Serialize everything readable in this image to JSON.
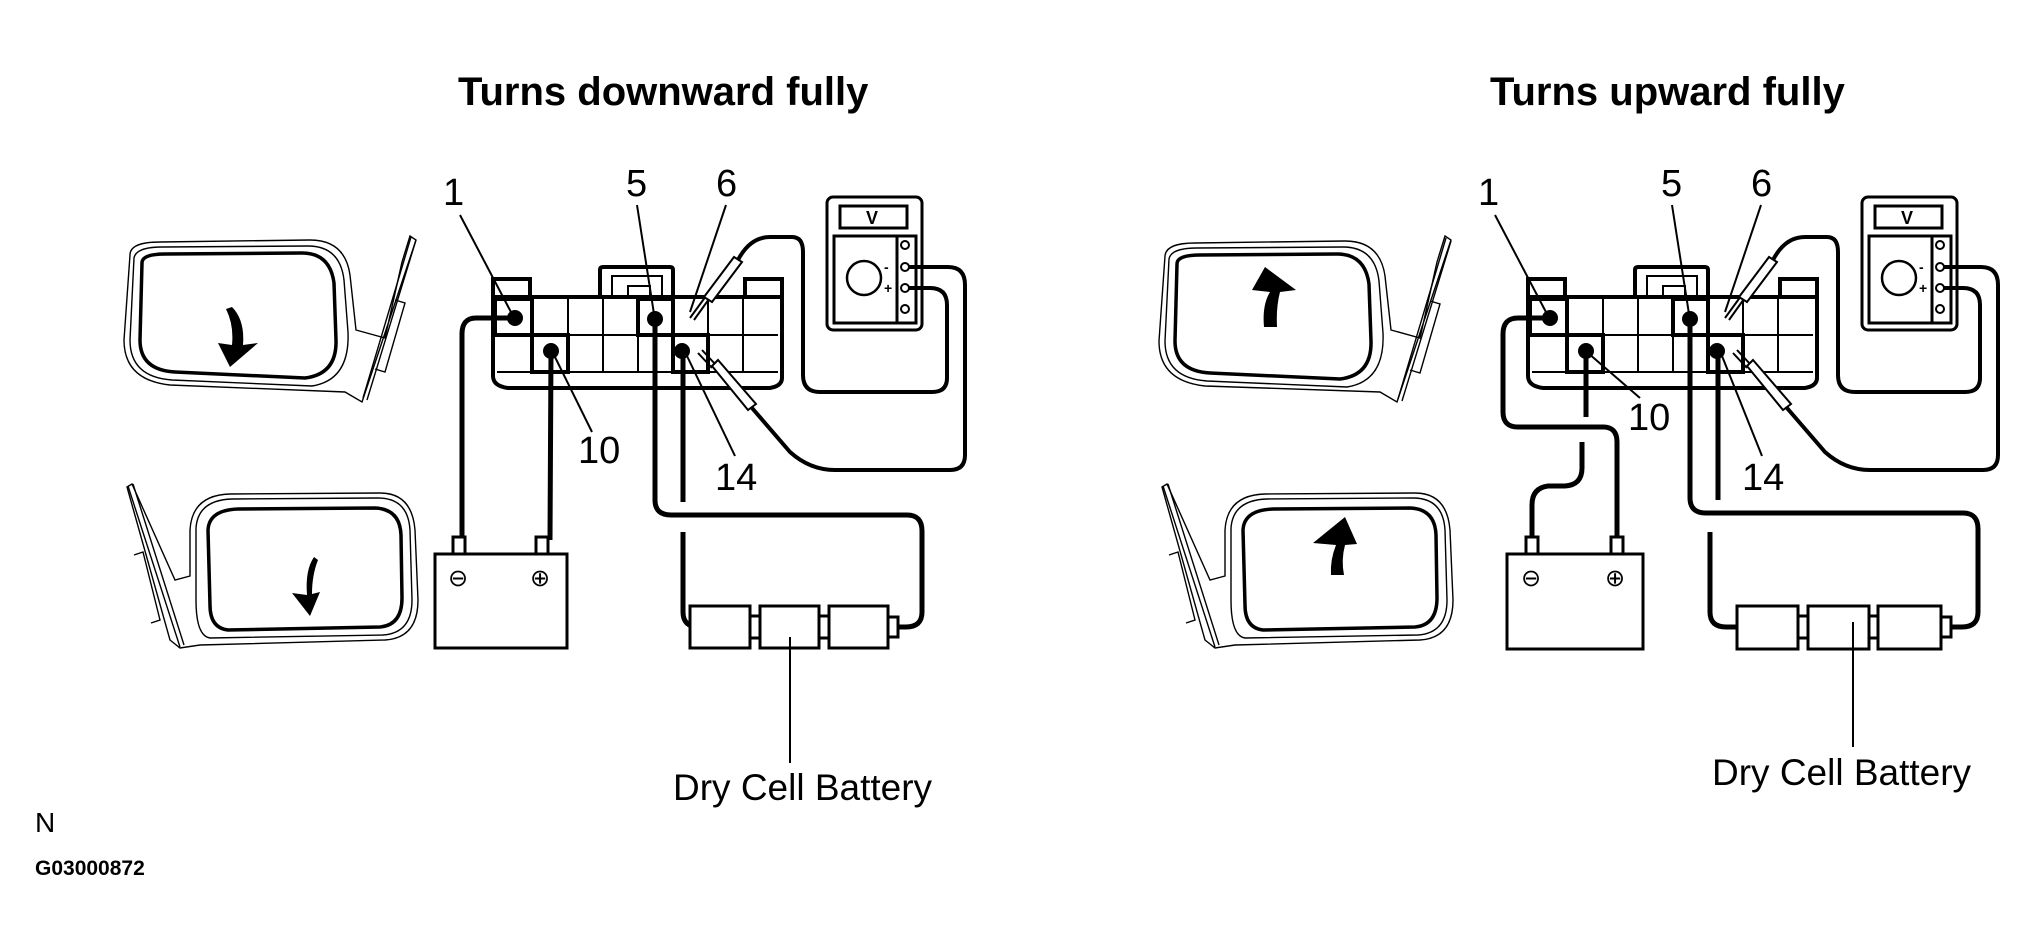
{
  "figure": {
    "corner_letter": "N",
    "figure_id": "G03000872"
  },
  "panels": [
    {
      "id": "down",
      "title": "Turns downward fully",
      "mirror_arrow_direction": "down",
      "pin_labels": {
        "p1": "1",
        "p5": "5",
        "p6": "6",
        "p10": "10",
        "p14": "14"
      },
      "meter_display": "V",
      "meter_minus": "-",
      "meter_plus": "+",
      "battery_minus_symbol": "⊖",
      "battery_plus_symbol": "⊕",
      "dry_cell_label": "Dry Cell Battery",
      "connections": {
        "battery_negative": "1",
        "battery_positive": "10",
        "dry_cell": [
          "5",
          "14"
        ],
        "voltmeter": [
          "6",
          "14"
        ]
      }
    },
    {
      "id": "up",
      "title": "Turns upward fully",
      "mirror_arrow_direction": "up",
      "pin_labels": {
        "p1": "1",
        "p5": "5",
        "p6": "6",
        "p10": "10",
        "p14": "14"
      },
      "meter_display": "V",
      "meter_minus": "-",
      "meter_plus": "+",
      "battery_minus_symbol": "⊖",
      "battery_plus_symbol": "⊕",
      "dry_cell_label": "Dry Cell Battery",
      "connections": {
        "battery_negative": "10",
        "battery_positive": "1",
        "dry_cell": [
          "5",
          "14"
        ],
        "voltmeter": [
          "6",
          "14"
        ]
      }
    }
  ]
}
